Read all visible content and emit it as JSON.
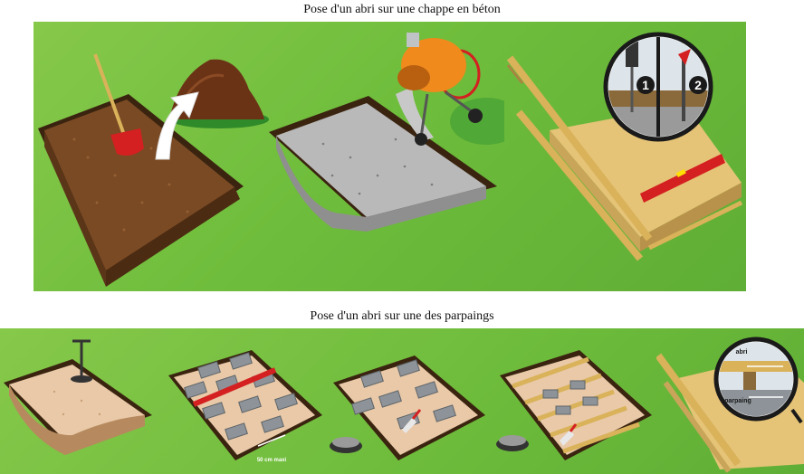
{
  "titles": {
    "slab": "Pose d'un abri sur une chappe en béton",
    "blocks": "Pose d'un abri sur une des parpaings"
  },
  "slab_steps": [
    {
      "name": "excavation",
      "icons": [
        "shovel-icon",
        "dirt-pile-icon",
        "arrow-icon"
      ]
    },
    {
      "name": "concrete-pour",
      "icons": [
        "cement-mixer-icon"
      ]
    },
    {
      "name": "shed-floor-fixing",
      "icons": [
        "drill-icon",
        "spirit-level-icon"
      ],
      "inset_labels": [
        "1",
        "2"
      ]
    }
  ],
  "block_steps": [
    {
      "name": "sand-bed",
      "icons": [
        "tamper-icon"
      ]
    },
    {
      "name": "block-placement",
      "icons": [
        "string-line-icon"
      ],
      "annotation": "50 cm maxi"
    },
    {
      "name": "mortar",
      "icons": [
        "mortar-tub-icon",
        "trowel-icon"
      ]
    },
    {
      "name": "joists",
      "icons": [
        "mortar-tub-icon",
        "trowel-icon"
      ]
    },
    {
      "name": "detail",
      "icons": [
        "magnifier-icon"
      ],
      "inset_labels": [
        "abri",
        "parpaing"
      ]
    }
  ],
  "colors": {
    "grass": "#6fbd3c",
    "soil": "#7a4a24",
    "concrete": "#b9b9b9",
    "wood": "#d9b25a",
    "block": "#8d9398",
    "accent_red": "#d42020",
    "mixer_orange": "#f08a1c"
  }
}
